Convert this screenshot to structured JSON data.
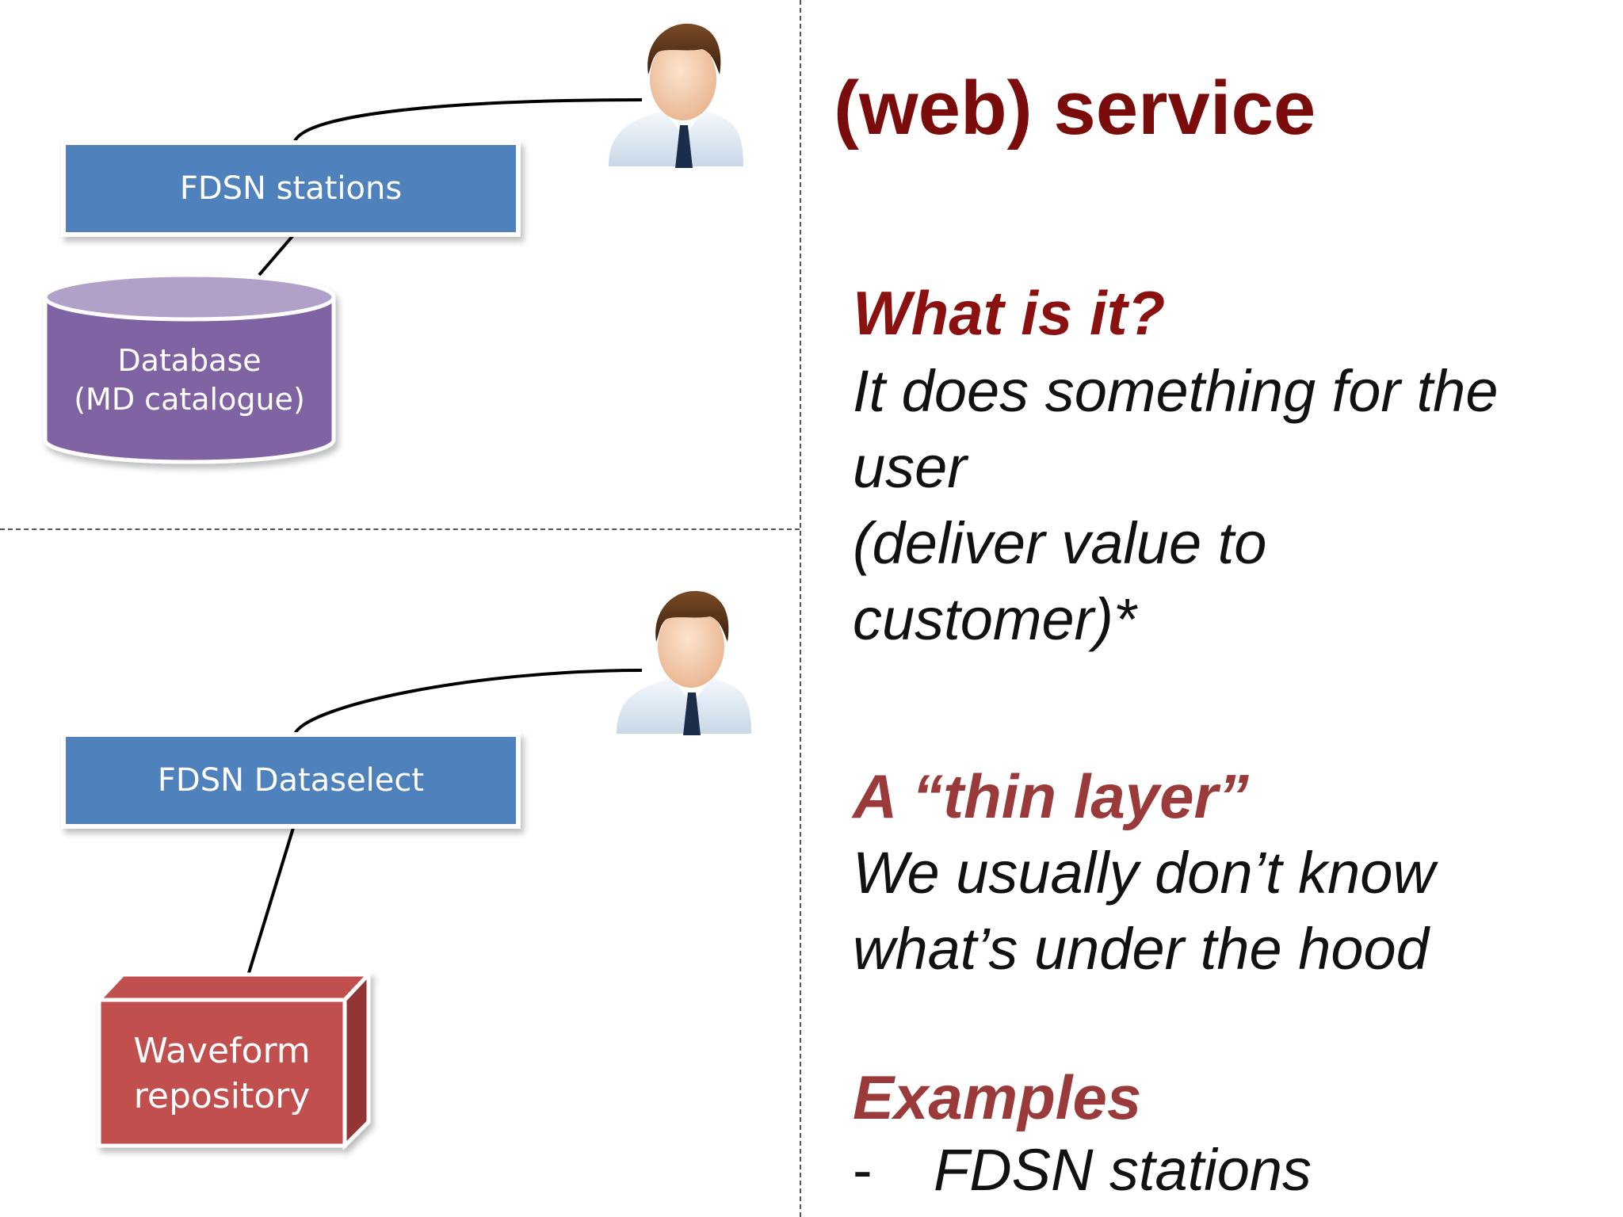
{
  "title": "(web) service",
  "diagram": {
    "top": {
      "service_box": "FDSN stations",
      "database_line1": "Database",
      "database_line2": "(MD catalogue)",
      "user_icon": "user-icon"
    },
    "bottom": {
      "service_box": "FDSN Dataselect",
      "repository_line1": "Waveform",
      "repository_line2": "repository",
      "user_icon": "user-icon"
    },
    "colors": {
      "service_box": "#4f81bd",
      "database": "#8064a2",
      "database_top": "#b1a0c7",
      "repository": "#c0504d",
      "title": "#7b0c0c"
    }
  },
  "sections": {
    "what_heading": "What is it?",
    "what_lines": [
      "It does something for the",
      "user",
      "(deliver value to",
      "customer)*"
    ],
    "thin_heading": "A “thin layer”",
    "thin_lines": [
      "We usually don’t know",
      "what’s under the hood"
    ],
    "examples_heading": "Examples",
    "examples_dash": "-",
    "examples_item": "FDSN stations"
  }
}
